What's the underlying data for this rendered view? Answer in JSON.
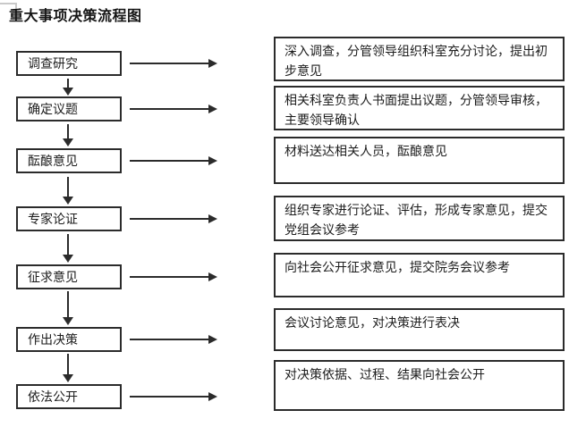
{
  "title": "重大事项决策流程图",
  "colors": {
    "background": "#ffffff",
    "line": "#2b2b2b",
    "text": "#1c1c1c"
  },
  "flow": {
    "steps": [
      {
        "label": "调查研究",
        "description": "深入调查，分管领导组织科室充分讨论，提出初步意见"
      },
      {
        "label": "确定议题",
        "description": "相关科室负责人书面提出议题，分管领导审核，主要领导确认"
      },
      {
        "label": "酝酿意见",
        "description": "材料送达相关人员，酝酿意见"
      },
      {
        "label": "专家论证",
        "description": "组织专家进行论证、评估，形成专家意见，提交党组会议参考"
      },
      {
        "label": "征求意见",
        "description": "向社会公开征求意见，提交院务会议参考"
      },
      {
        "label": "作出决策",
        "description": "会议讨论意见，对决策进行表决"
      },
      {
        "label": "依法公开",
        "description": "对决策依据、过程、结果向社会公开"
      }
    ]
  }
}
